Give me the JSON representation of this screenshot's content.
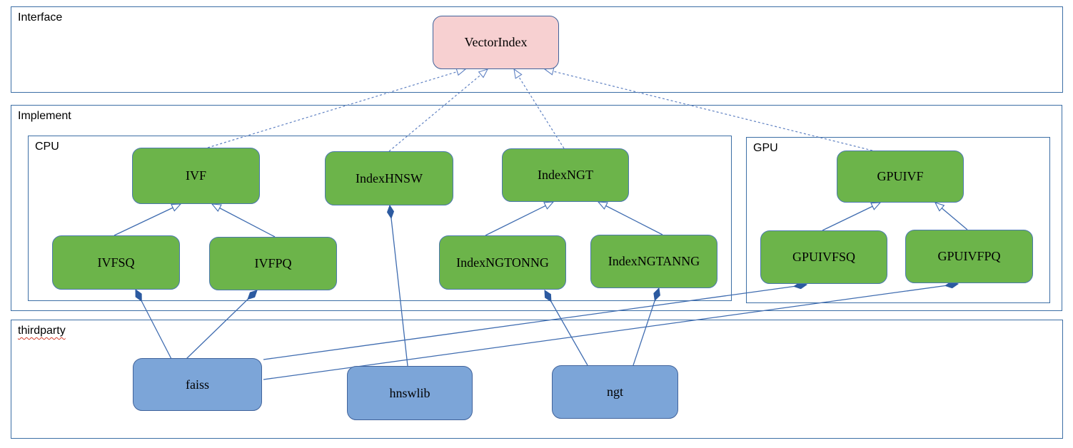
{
  "containers": {
    "interface": {
      "label": "Interface"
    },
    "implement": {
      "label": "Implement"
    },
    "cpu": {
      "label": "CPU"
    },
    "gpu": {
      "label": "GPU"
    },
    "thirdparty": {
      "label": "thirdparty"
    }
  },
  "nodes": {
    "vectorindex": {
      "label": "VectorIndex",
      "kind": "interface"
    },
    "ivf": {
      "label": "IVF",
      "kind": "cpu-class"
    },
    "indexhnsw": {
      "label": "IndexHNSW",
      "kind": "cpu-class"
    },
    "indexngt": {
      "label": "IndexNGT",
      "kind": "cpu-class"
    },
    "ivfsq": {
      "label": "IVFSQ",
      "kind": "cpu-class"
    },
    "ivfpq": {
      "label": "IVFPQ",
      "kind": "cpu-class"
    },
    "indexngtonng": {
      "label": "IndexNGTONNG",
      "kind": "cpu-class"
    },
    "indexngtanng": {
      "label": "IndexNGTANNG",
      "kind": "cpu-class"
    },
    "gpuivf": {
      "label": "GPUIVF",
      "kind": "gpu-class"
    },
    "gpuivfsq": {
      "label": "GPUIVFSQ",
      "kind": "gpu-class"
    },
    "gpuivfpq": {
      "label": "GPUIVFPQ",
      "kind": "gpu-class"
    },
    "faiss": {
      "label": "faiss",
      "kind": "thirdparty-lib"
    },
    "hnswlib": {
      "label": "hnswlib",
      "kind": "thirdparty-lib"
    },
    "ngt": {
      "label": "ngt",
      "kind": "thirdparty-lib"
    }
  },
  "edges": {
    "realizations": [
      {
        "from": "IVF",
        "to": "VectorIndex",
        "style": "dashed-hollow-arrow"
      },
      {
        "from": "IndexHNSW",
        "to": "VectorIndex",
        "style": "dashed-hollow-arrow"
      },
      {
        "from": "IndexNGT",
        "to": "VectorIndex",
        "style": "dashed-hollow-arrow"
      },
      {
        "from": "GPUIVF",
        "to": "VectorIndex",
        "style": "dashed-hollow-arrow"
      }
    ],
    "generalizations": [
      {
        "from": "IVFSQ",
        "to": "IVF",
        "style": "solid-hollow-arrow"
      },
      {
        "from": "IVFPQ",
        "to": "IVF",
        "style": "solid-hollow-arrow"
      },
      {
        "from": "IndexNGTONNG",
        "to": "IndexNGT",
        "style": "solid-hollow-arrow"
      },
      {
        "from": "IndexNGTANNG",
        "to": "IndexNGT",
        "style": "solid-hollow-arrow"
      },
      {
        "from": "GPUIVFSQ",
        "to": "GPUIVF",
        "style": "solid-hollow-arrow"
      },
      {
        "from": "GPUIVFPQ",
        "to": "GPUIVF",
        "style": "solid-hollow-arrow"
      }
    ],
    "compositions": [
      {
        "from": "IVFSQ",
        "to": "faiss",
        "style": "solid-filled-diamond"
      },
      {
        "from": "IVFPQ",
        "to": "faiss",
        "style": "solid-filled-diamond"
      },
      {
        "from": "IndexHNSW",
        "to": "hnswlib",
        "style": "solid-filled-diamond"
      },
      {
        "from": "IndexNGTONNG",
        "to": "ngt",
        "style": "solid-filled-diamond"
      },
      {
        "from": "IndexNGTANNG",
        "to": "ngt",
        "style": "solid-filled-diamond"
      },
      {
        "from": "GPUIVFSQ",
        "to": "faiss",
        "style": "solid-filled-diamond"
      },
      {
        "from": "GPUIVFPQ",
        "to": "faiss",
        "style": "solid-filled-diamond"
      }
    ]
  },
  "colors": {
    "class_green_fill": "#6cb44a",
    "class_green_border": "#4a78ae",
    "lib_blue_fill": "#7ca5d8",
    "lib_blue_border": "#41639b",
    "interface_pink_fill": "#f7d0d1",
    "container_border": "#3c6ea5",
    "solid_line": "#3f6cb0",
    "dashed_line": "#5f81c2",
    "diamond_fill": "#2c5aa0",
    "spellcheck_underline": "#d23c2a"
  }
}
